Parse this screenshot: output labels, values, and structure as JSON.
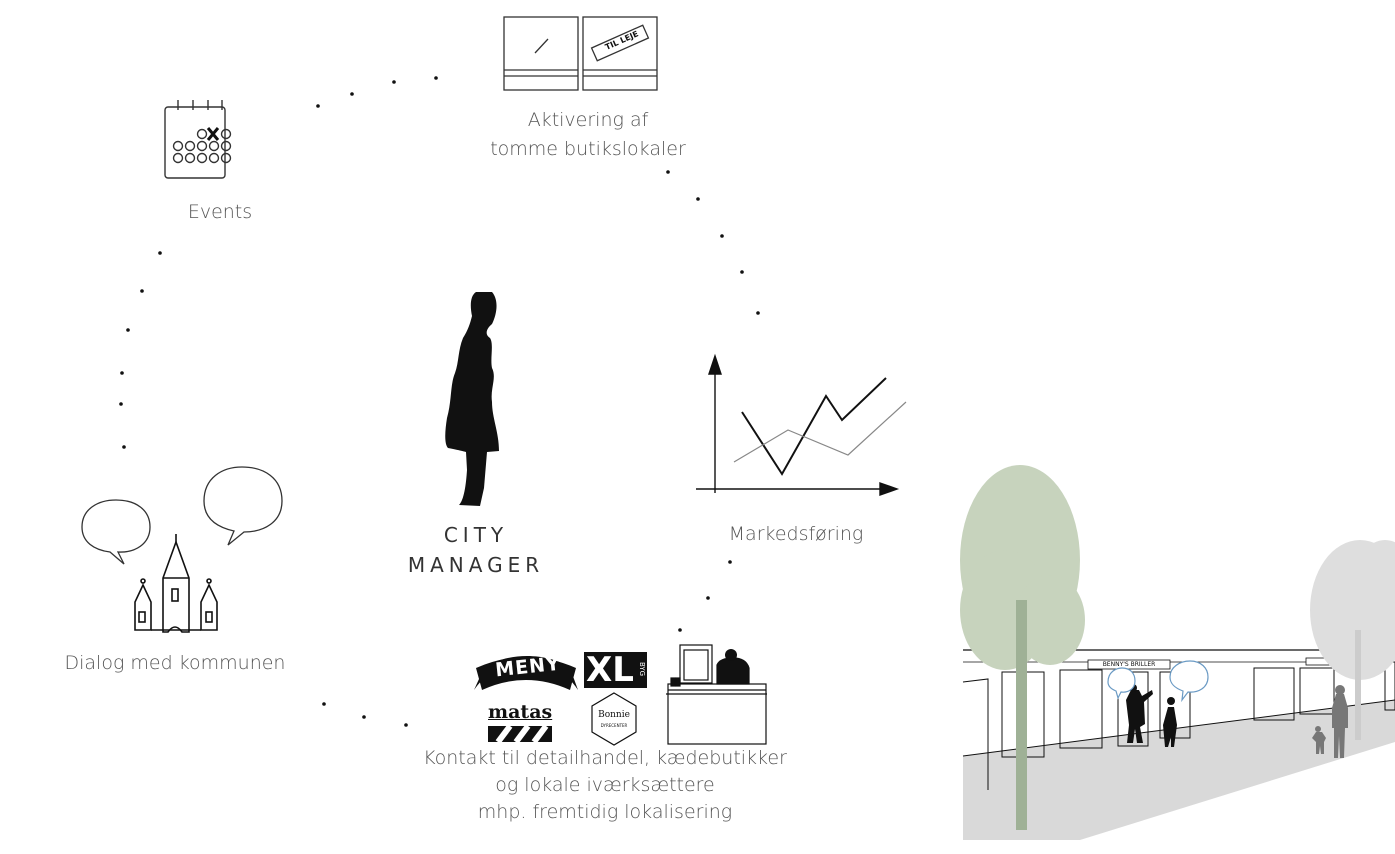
{
  "center": {
    "line1": "CITY",
    "line2": "MANAGER"
  },
  "nodes": {
    "events": {
      "label": "Events"
    },
    "vacant_shops": {
      "line1": "Aktivering af",
      "line2": "tomme butikslokaler",
      "sign_text": "TIL LEJE"
    },
    "marketing": {
      "label": "Markedsføring"
    },
    "retail_contact": {
      "line1": "Kontakt til detailhandel, kædebutikker",
      "line2": "og lokale iværksættere",
      "line3": "mhp. fremtidig lokalisering",
      "logos": [
        "MENY",
        "XL",
        "BYG",
        "matas",
        "Bonnie",
        "DYRECENTER"
      ]
    },
    "municipality": {
      "label": "Dialog med kommunen"
    }
  },
  "street_scene": {
    "shop_sign": "BENNY'S BRILLER"
  },
  "colors": {
    "ink": "#111111",
    "text": "#555555",
    "tree": "#b9c8ae",
    "tree_light": "#d8d8d8",
    "pavement": "#d9d9d9",
    "bubble": "#6a9ac4"
  }
}
